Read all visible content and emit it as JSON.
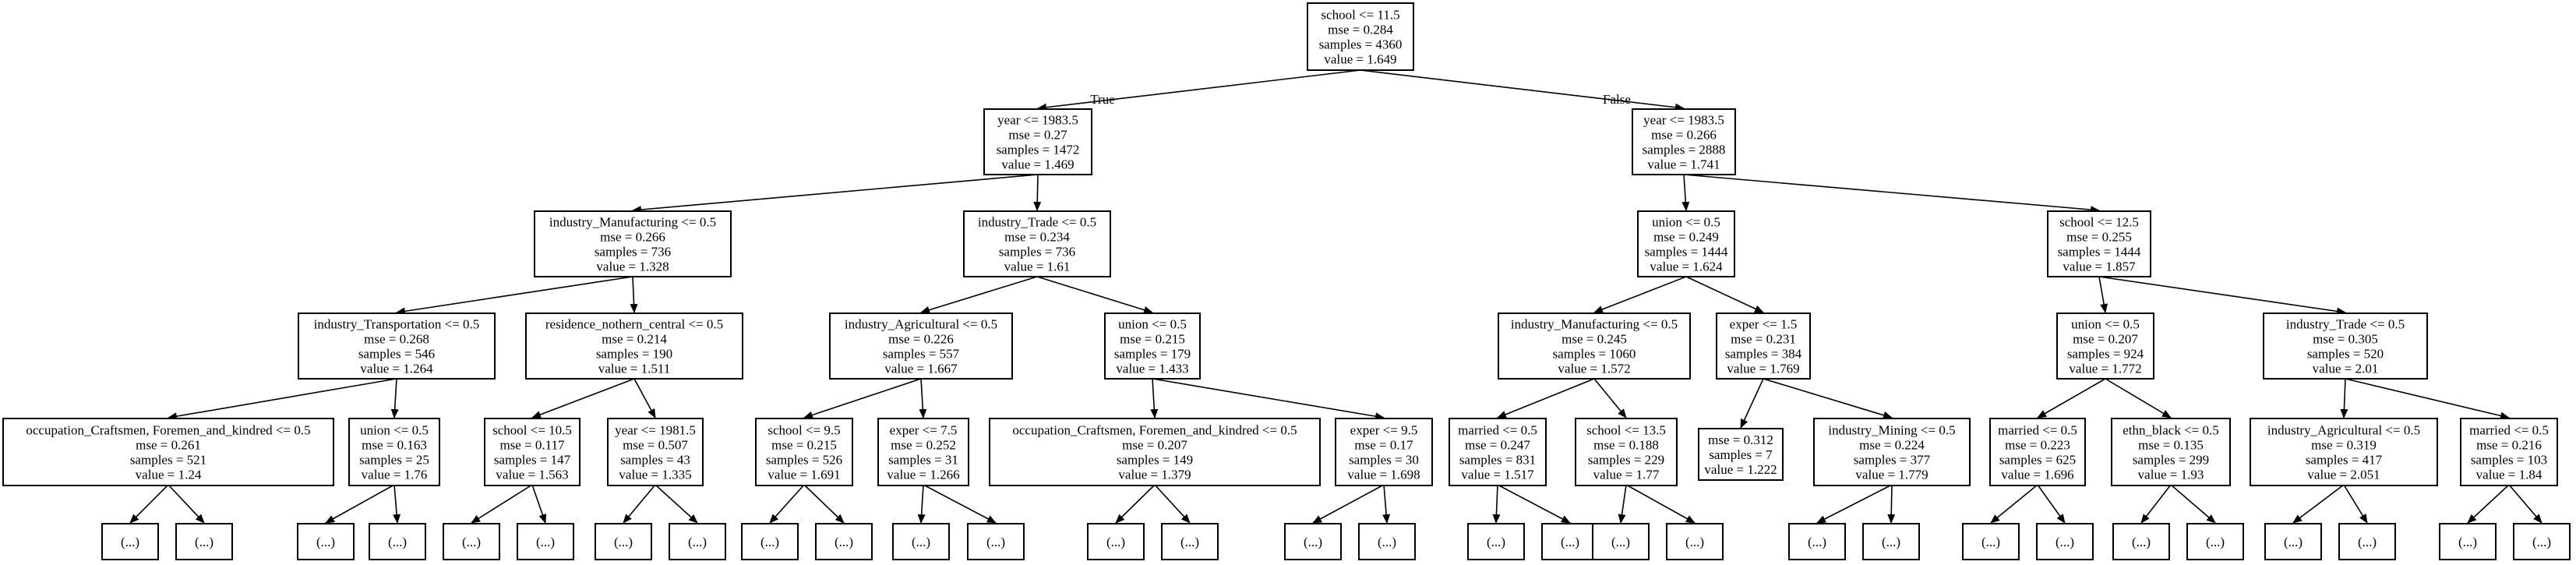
{
  "colors": {
    "line": "#000000",
    "fill": "#ffffff",
    "text": "#000000"
  },
  "edge_labels": {
    "left": "True",
    "right": "False"
  },
  "nodes": [
    {
      "id": "n0",
      "lines": [
        "school <= 11.5",
        "mse = 0.284",
        "samples = 4360",
        "value = 1.649"
      ]
    },
    {
      "id": "n1",
      "lines": [
        "year <= 1983.5",
        "mse = 0.27",
        "samples = 1472",
        "value = 1.469"
      ]
    },
    {
      "id": "n2",
      "lines": [
        "year <= 1983.5",
        "mse = 0.266",
        "samples = 2888",
        "value = 1.741"
      ]
    },
    {
      "id": "n3",
      "lines": [
        "industry_Manufacturing <= 0.5",
        "mse = 0.266",
        "samples = 736",
        "value = 1.328"
      ]
    },
    {
      "id": "n4",
      "lines": [
        "industry_Trade <= 0.5",
        "mse = 0.234",
        "samples = 736",
        "value = 1.61"
      ]
    },
    {
      "id": "n5",
      "lines": [
        "union <= 0.5",
        "mse = 0.249",
        "samples = 1444",
        "value = 1.624"
      ]
    },
    {
      "id": "n6",
      "lines": [
        "school <= 12.5",
        "mse = 0.255",
        "samples = 1444",
        "value = 1.857"
      ]
    },
    {
      "id": "n7",
      "lines": [
        "industry_Transportation <= 0.5",
        "mse = 0.268",
        "samples = 546",
        "value = 1.264"
      ]
    },
    {
      "id": "n8",
      "lines": [
        "residence_nothern_central <= 0.5",
        "mse = 0.214",
        "samples = 190",
        "value = 1.511"
      ]
    },
    {
      "id": "n9",
      "lines": [
        "industry_Agricultural <= 0.5",
        "mse = 0.226",
        "samples = 557",
        "value = 1.667"
      ]
    },
    {
      "id": "n10",
      "lines": [
        "union <= 0.5",
        "mse = 0.215",
        "samples = 179",
        "value = 1.433"
      ]
    },
    {
      "id": "n11",
      "lines": [
        "industry_Manufacturing <= 0.5",
        "mse = 0.245",
        "samples = 1060",
        "value = 1.572"
      ]
    },
    {
      "id": "n12",
      "lines": [
        "exper <= 1.5",
        "mse = 0.231",
        "samples = 384",
        "value = 1.769"
      ]
    },
    {
      "id": "n13",
      "lines": [
        "union <= 0.5",
        "mse = 0.207",
        "samples = 924",
        "value = 1.772"
      ]
    },
    {
      "id": "n14",
      "lines": [
        "industry_Trade <= 0.5",
        "mse = 0.305",
        "samples = 520",
        "value = 2.01"
      ]
    },
    {
      "id": "n15",
      "lines": [
        "occupation_Craftsmen, Foremen_and_kindred <= 0.5",
        "mse = 0.261",
        "samples = 521",
        "value = 1.24"
      ]
    },
    {
      "id": "n16",
      "lines": [
        "union <= 0.5",
        "mse = 0.163",
        "samples = 25",
        "value = 1.76"
      ]
    },
    {
      "id": "n17",
      "lines": [
        "school <= 10.5",
        "mse = 0.117",
        "samples = 147",
        "value = 1.563"
      ]
    },
    {
      "id": "n18",
      "lines": [
        "year <= 1981.5",
        "mse = 0.507",
        "samples = 43",
        "value = 1.335"
      ]
    },
    {
      "id": "n19",
      "lines": [
        "school <= 9.5",
        "mse = 0.215",
        "samples = 526",
        "value = 1.691"
      ]
    },
    {
      "id": "n20",
      "lines": [
        "exper <= 7.5",
        "mse = 0.252",
        "samples = 31",
        "value = 1.266"
      ]
    },
    {
      "id": "n21",
      "lines": [
        "occupation_Craftsmen, Foremen_and_kindred <= 0.5",
        "mse = 0.207",
        "samples = 149",
        "value = 1.379"
      ]
    },
    {
      "id": "n22",
      "lines": [
        "exper <= 9.5",
        "mse = 0.17",
        "samples = 30",
        "value = 1.698"
      ]
    },
    {
      "id": "n23",
      "lines": [
        "married <= 0.5",
        "mse = 0.247",
        "samples = 831",
        "value = 1.517"
      ]
    },
    {
      "id": "n24",
      "lines": [
        "school <= 13.5",
        "mse = 0.188",
        "samples = 229",
        "value = 1.77"
      ]
    },
    {
      "id": "n25",
      "lines": [
        "mse = 0.312",
        "samples = 7",
        "value = 1.222"
      ]
    },
    {
      "id": "n26",
      "lines": [
        "industry_Mining <= 0.5",
        "mse = 0.224",
        "samples = 377",
        "value = 1.779"
      ]
    },
    {
      "id": "n27",
      "lines": [
        "married <= 0.5",
        "mse = 0.223",
        "samples = 625",
        "value = 1.696"
      ]
    },
    {
      "id": "n28",
      "lines": [
        "ethn_black <= 0.5",
        "mse = 0.135",
        "samples = 299",
        "value = 1.93"
      ]
    },
    {
      "id": "n29",
      "lines": [
        "industry_Agricultural <= 0.5",
        "mse = 0.319",
        "samples = 417",
        "value = 2.051"
      ]
    },
    {
      "id": "n30",
      "lines": [
        "married <= 0.5",
        "mse = 0.216",
        "samples = 103",
        "value = 1.84"
      ]
    }
  ],
  "truncated_label": "(...)",
  "edges": [
    [
      "n0",
      "n1"
    ],
    [
      "n0",
      "n2"
    ],
    [
      "n1",
      "n3"
    ],
    [
      "n1",
      "n4"
    ],
    [
      "n2",
      "n5"
    ],
    [
      "n2",
      "n6"
    ],
    [
      "n3",
      "n7"
    ],
    [
      "n3",
      "n8"
    ],
    [
      "n4",
      "n9"
    ],
    [
      "n4",
      "n10"
    ],
    [
      "n5",
      "n11"
    ],
    [
      "n5",
      "n12"
    ],
    [
      "n6",
      "n13"
    ],
    [
      "n6",
      "n14"
    ],
    [
      "n7",
      "n15"
    ],
    [
      "n7",
      "n16"
    ],
    [
      "n8",
      "n17"
    ],
    [
      "n8",
      "n18"
    ],
    [
      "n9",
      "n19"
    ],
    [
      "n9",
      "n20"
    ],
    [
      "n10",
      "n21"
    ],
    [
      "n10",
      "n22"
    ],
    [
      "n11",
      "n23"
    ],
    [
      "n11",
      "n24"
    ],
    [
      "n12",
      "n25"
    ],
    [
      "n12",
      "n26"
    ],
    [
      "n13",
      "n27"
    ],
    [
      "n13",
      "n28"
    ],
    [
      "n14",
      "n29"
    ],
    [
      "n14",
      "n30"
    ]
  ]
}
